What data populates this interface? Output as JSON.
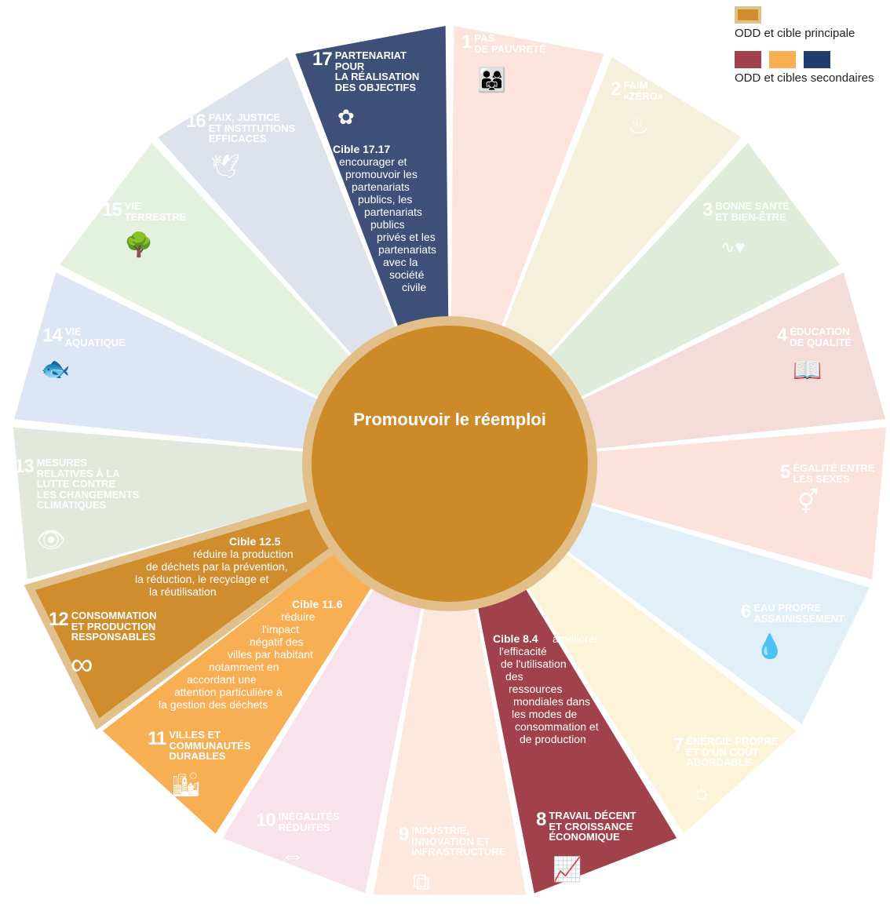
{
  "center": {
    "title": "Promouvoir le réemploi"
  },
  "legend": {
    "main_label": "ODD et cible principale",
    "secondary_label": "ODD et cibles secondaires",
    "main_color": "#CF8D2E",
    "secondary_colors": [
      "#A1414C",
      "#F8AE52",
      "#213B6B"
    ]
  },
  "goals": [
    {
      "number": "1",
      "name": "Pas\nde pauvreté",
      "color": "#FAE4DC",
      "icon": "family-icon",
      "status": "inactive"
    },
    {
      "number": "2",
      "name": "Faim\n«zéro»",
      "color": "#F5F0DC",
      "icon": "bowl-icon",
      "status": "inactive"
    },
    {
      "number": "3",
      "name": "Bonne santé\net bien-être",
      "color": "#E0EBDA",
      "icon": "heartbeat-icon",
      "status": "inactive"
    },
    {
      "number": "4",
      "name": "Éducation\nde qualité",
      "color": "#F4DCD9",
      "icon": "book-icon",
      "status": "inactive"
    },
    {
      "number": "5",
      "name": "Égalité entre\nles sexes",
      "color": "#FBE3DB",
      "icon": "gender-icon",
      "status": "inactive"
    },
    {
      "number": "6",
      "name": "Eau propre\nassainissement",
      "color": "#E1F0F8",
      "icon": "water-icon",
      "status": "inactive"
    },
    {
      "number": "7",
      "name": "Énergie propre\net d'un coût\nabordable",
      "color": "#FDF3D9",
      "icon": "sun-icon",
      "status": "inactive"
    },
    {
      "number": "8",
      "name": "Travail décent\net croissance\néconomique",
      "color": "#A1414C",
      "icon": "growth-chart-icon",
      "status": "secondary"
    },
    {
      "number": "9",
      "name": "Industrie,\ninnovation et\ninfrastructure",
      "color": "#FCE8DD",
      "icon": "cubes-icon",
      "status": "inactive"
    },
    {
      "number": "10",
      "name": "Inégalités\nréduites",
      "color": "#F8E2EC",
      "icon": "equality-icon",
      "status": "inactive"
    },
    {
      "number": "11",
      "name": "Villes et\ncommunautés\ndurables",
      "color": "#F8AE52",
      "icon": "city-icon",
      "status": "secondary"
    },
    {
      "number": "12",
      "name": "Consommation\net production\nresponsables",
      "color": "#CF8D2E",
      "icon": "infinity-icon",
      "status": "main"
    },
    {
      "number": "13",
      "name": "Mesures\nrelatives à la\nlutte contre\nles changements\nclimatiques",
      "color": "#E2E8DC",
      "icon": "earth-eye-icon",
      "status": "inactive"
    },
    {
      "number": "14",
      "name": "Vie\naquatique",
      "color": "#DDE6F4",
      "icon": "fish-icon",
      "status": "inactive"
    },
    {
      "number": "15",
      "name": "Vie\nterrestre",
      "color": "#E5F1DF",
      "icon": "tree-icon",
      "status": "inactive"
    },
    {
      "number": "16",
      "name": "Paix, justice\net institutions\nefficaces",
      "color": "#DEE2EC",
      "icon": "dove-gavel-icon",
      "status": "inactive"
    },
    {
      "number": "17",
      "name": "Partenariat\npour\nla réalisation\ndes objectifs",
      "color": "#3E4F79",
      "icon": "partnership-icon",
      "status": "secondary"
    }
  ],
  "targets": {
    "t17": {
      "title": "Cible 17.17",
      "lines": [
        "encourager et",
        "promouvoir les",
        "partenariats",
        "publics, les",
        "partenariats",
        "publics",
        "privés et les",
        "partenariats",
        "avec la",
        "société",
        "civile"
      ]
    },
    "t8": {
      "title": "Cible 8.4",
      "lines": [
        "améliorer",
        "l'efficacité",
        "de l'utilisation",
        "des",
        "ressources",
        "mondiales dans",
        "les modes de",
        "consommation et",
        "de production"
      ]
    },
    "t11": {
      "title": "Cible 11.6",
      "lines": [
        "réduire",
        "l'impact",
        "négatif des",
        "villes par habitant",
        "notamment en",
        "accordant une",
        "attention particulière à",
        "la gestion des déchets"
      ]
    },
    "t12": {
      "title": "Cible 12.5",
      "lines": [
        "réduire la production",
        "de déchets par la prévention,",
        "la réduction, le recyclage et",
        "la réutilisation"
      ]
    }
  }
}
